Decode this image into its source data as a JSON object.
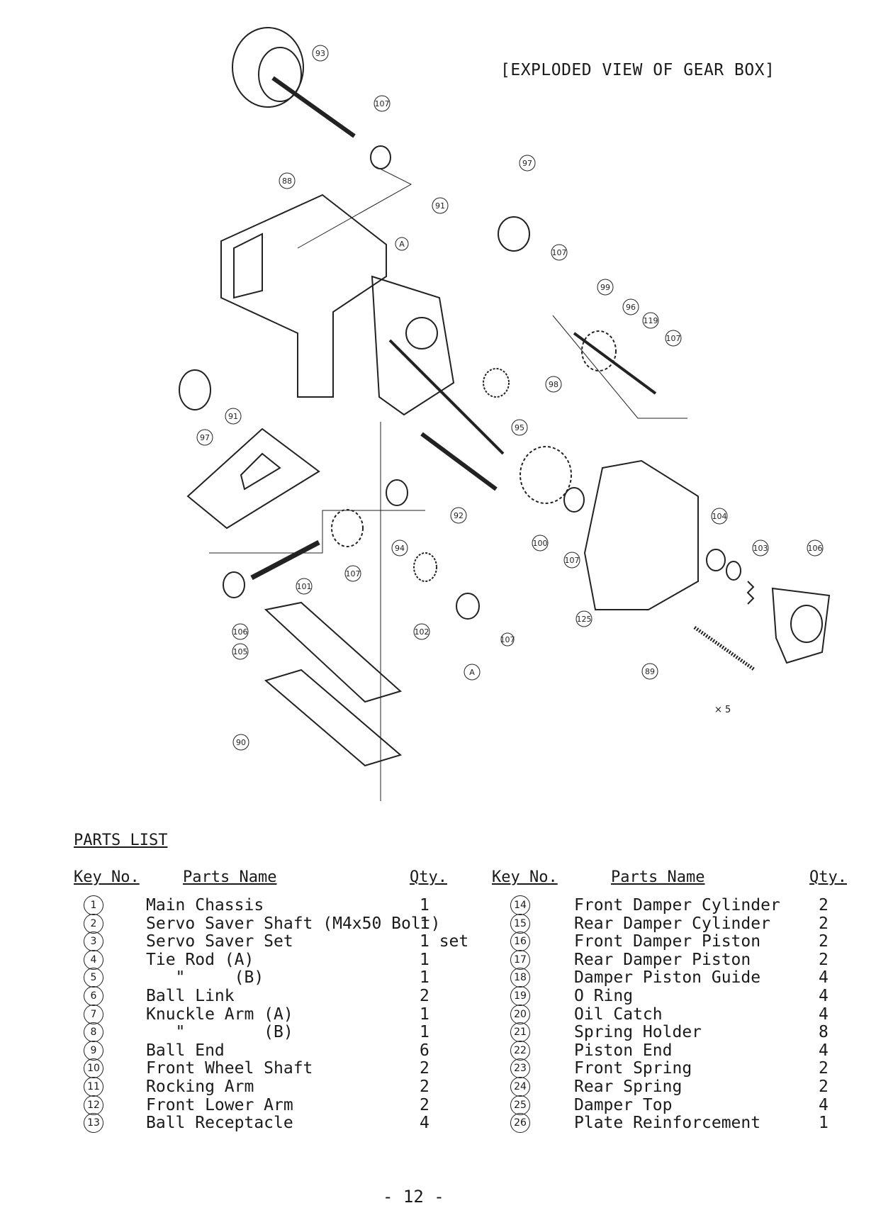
{
  "diagram": {
    "title": "[EXPLODED VIEW OF GEAR BOX]",
    "multiplier": "× 5",
    "callouts": [
      "93",
      "107",
      "97",
      "88",
      "91",
      "A",
      "107",
      "99",
      "96",
      "119",
      "107",
      "98",
      "95",
      "91",
      "97",
      "92",
      "100",
      "107",
      "104",
      "103",
      "106",
      "94",
      "101",
      "107",
      "125",
      "106",
      "105",
      "102",
      "107",
      "A",
      "89",
      "90"
    ]
  },
  "parts_list": {
    "heading": "PARTS LIST",
    "headers": {
      "key": "Key No.",
      "name": "Parts Name",
      "qty": "Qty."
    },
    "left": [
      {
        "key": "1",
        "name": "Main Chassis",
        "qty": "1"
      },
      {
        "key": "2",
        "name": "Servo Saver Shaft (M4x50 Bolt)",
        "qty": "1"
      },
      {
        "key": "3",
        "name": "Servo Saver Set",
        "qty": "1 set"
      },
      {
        "key": "4",
        "name": "Tie Rod (A)",
        "qty": "1"
      },
      {
        "key": "5",
        "name": "   \"     (B)",
        "qty": "1"
      },
      {
        "key": "6",
        "name": "Ball Link",
        "qty": "2"
      },
      {
        "key": "7",
        "name": "Knuckle Arm (A)",
        "qty": "1"
      },
      {
        "key": "8",
        "name": "   \"        (B)",
        "qty": "1"
      },
      {
        "key": "9",
        "name": "Ball End",
        "qty": "6"
      },
      {
        "key": "10",
        "name": "Front Wheel Shaft",
        "qty": "2"
      },
      {
        "key": "11",
        "name": "Rocking Arm",
        "qty": "2"
      },
      {
        "key": "12",
        "name": "Front Lower Arm",
        "qty": "2"
      },
      {
        "key": "13",
        "name": "Ball Receptacle",
        "qty": "4"
      }
    ],
    "right": [
      {
        "key": "14",
        "name": "Front Damper Cylinder",
        "qty": "2"
      },
      {
        "key": "15",
        "name": "Rear Damper Cylinder",
        "qty": "2"
      },
      {
        "key": "16",
        "name": "Front Damper Piston",
        "qty": "2"
      },
      {
        "key": "17",
        "name": "Rear Damper Piston",
        "qty": "2"
      },
      {
        "key": "18",
        "name": "Damper Piston Guide",
        "qty": "4"
      },
      {
        "key": "19",
        "name": "O Ring",
        "qty": "4"
      },
      {
        "key": "20",
        "name": "Oil Catch",
        "qty": "4"
      },
      {
        "key": "21",
        "name": "Spring Holder",
        "qty": "8"
      },
      {
        "key": "22",
        "name": "Piston End",
        "qty": "4"
      },
      {
        "key": "23",
        "name": "Front Spring",
        "qty": "2"
      },
      {
        "key": "24",
        "name": "Rear Spring",
        "qty": "2"
      },
      {
        "key": "25",
        "name": "Damper Top",
        "qty": "4"
      },
      {
        "key": "26",
        "name": "Plate Reinforcement",
        "qty": "1"
      }
    ]
  },
  "page_number": "- 12 -"
}
